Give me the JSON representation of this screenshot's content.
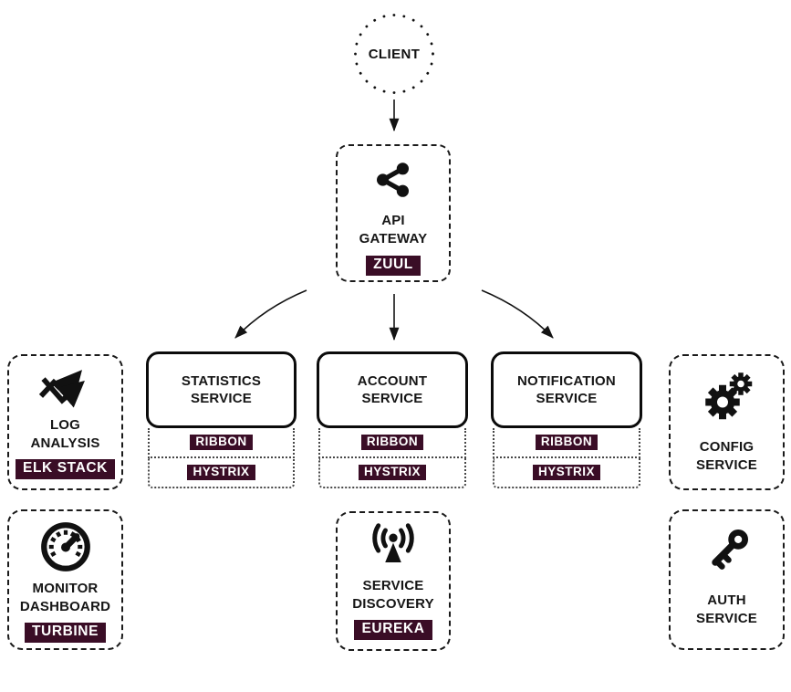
{
  "colors": {
    "ink": "#111111",
    "badge_bg": "#3a0d26",
    "badge_text": "#ffffff",
    "background": "#ffffff"
  },
  "nodes": {
    "client": {
      "label": "CLIENT",
      "shape": "dotted-circle"
    },
    "api_gateway": {
      "title": "API GATEWAY",
      "badge": "ZUUL",
      "icon": "share-icon",
      "shape": "dashed-box"
    },
    "statistics_service": {
      "title": "STATISTICS SERVICE",
      "shape": "solid-box",
      "sidecars": {
        "ribbon": "RIBBON",
        "hystrix": "HYSTRIX"
      }
    },
    "account_service": {
      "title": "ACCOUNT SERVICE",
      "shape": "solid-box",
      "sidecars": {
        "ribbon": "RIBBON",
        "hystrix": "HYSTRIX"
      }
    },
    "notification_service": {
      "title": "NOTIFICATION SERVICE",
      "shape": "solid-box",
      "sidecars": {
        "ribbon": "RIBBON",
        "hystrix": "HYSTRIX"
      }
    },
    "log_analysis": {
      "title": "LOG ANALYSIS",
      "badge": "ELK STACK",
      "icon": "trend-arrows-icon",
      "shape": "dashed-box"
    },
    "monitor_dashboard": {
      "title": "MONITOR DASHBOARD",
      "badge": "TURBINE",
      "icon": "gauge-icon",
      "shape": "dashed-box"
    },
    "service_discovery": {
      "title": "SERVICE DISCOVERY",
      "badge": "EUREKA",
      "icon": "broadcast-icon",
      "shape": "dashed-box"
    },
    "config_service": {
      "title": "CONFIG SERVICE",
      "icon": "gears-icon",
      "shape": "dashed-box"
    },
    "auth_service": {
      "title": "AUTH SERVICE",
      "icon": "key-icon",
      "shape": "dashed-box"
    }
  },
  "edges": [
    {
      "from": "client",
      "to": "api_gateway",
      "style": "straight-arrow"
    },
    {
      "from": "api_gateway",
      "to": "statistics_service",
      "style": "curved-arrow"
    },
    {
      "from": "api_gateway",
      "to": "account_service",
      "style": "straight-arrow"
    },
    {
      "from": "api_gateway",
      "to": "notification_service",
      "style": "curved-arrow"
    }
  ]
}
